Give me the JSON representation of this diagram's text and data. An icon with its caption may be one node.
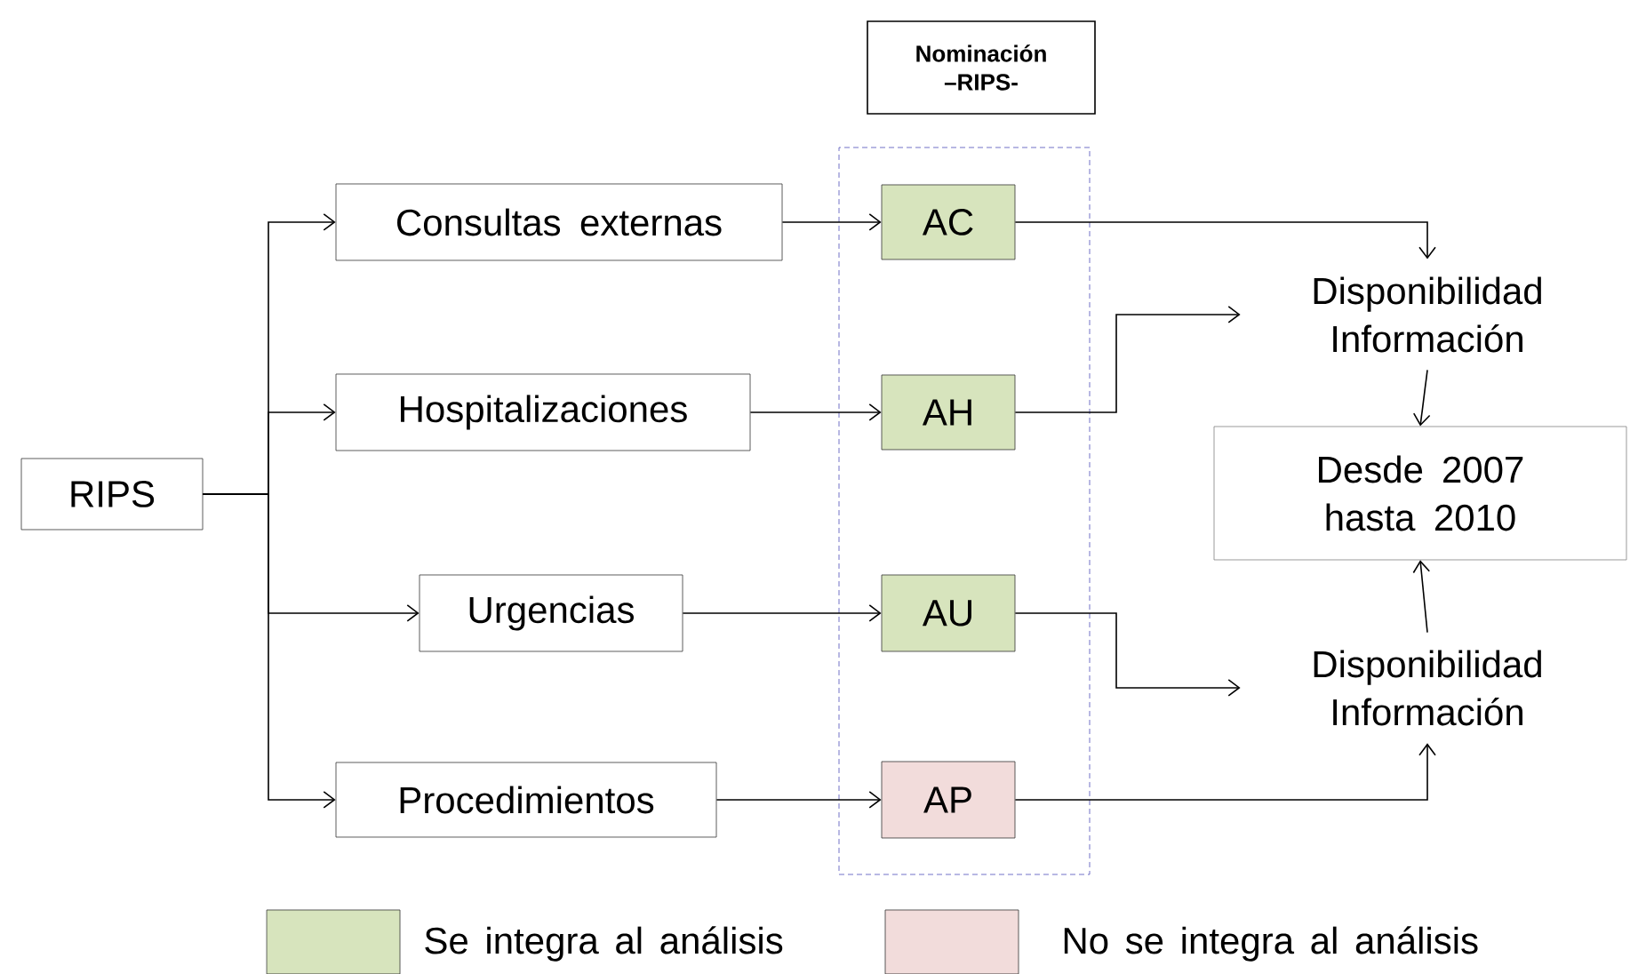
{
  "diagram": {
    "nodes": [
      {
        "text": [
          "RIPS"
        ]
      },
      {
        "text": [
          "Consultas externas"
        ]
      },
      {
        "text": [
          "Hospitalizaciones"
        ]
      },
      {
        "text": [
          "Urgencias"
        ]
      },
      {
        "text": [
          "Procedimientos"
        ]
      },
      {
        "text": [
          "Nominación –RIPS-"
        ]
      },
      {
        "text": [],
        "shape": "box"
      },
      {
        "text": [
          "AC"
        ],
        "in": 6
      },
      {
        "text": [
          "AH"
        ],
        "in": 6
      },
      {
        "text": [
          "AU"
        ],
        "in": 6
      },
      {
        "text": [
          "AP"
        ],
        "in": 6
      },
      {
        "text": [
          "Disponibilidad Información"
        ]
      },
      {
        "text": [
          "Desde 2007 hasta 2010"
        ]
      },
      {
        "text": [
          "Disponibilidad Información"
        ]
      }
    ],
    "edges": [
      {
        "from": 0,
        "to": 1,
        "arrow": "to"
      },
      {
        "from": 0,
        "to": 2,
        "arrow": "to"
      },
      {
        "from": 0,
        "to": 3,
        "arrow": "to"
      },
      {
        "from": 0,
        "to": 4,
        "arrow": "to"
      },
      {
        "from": 1,
        "to": 7,
        "arrow": "to"
      },
      {
        "from": 2,
        "to": 8,
        "arrow": "to"
      },
      {
        "from": 3,
        "to": 9,
        "arrow": "to"
      },
      {
        "from": 4,
        "to": 10,
        "arrow": "to"
      },
      {
        "from": 7,
        "to": 11,
        "arrow": "to"
      },
      {
        "from": 8,
        "to": 11,
        "arrow": "to"
      },
      {
        "from": 9,
        "to": 13,
        "arrow": "to"
      },
      {
        "from": 10,
        "to": 13,
        "arrow": "to"
      },
      {
        "from": 11,
        "to": 12,
        "arrow": "to"
      },
      {
        "from": 13,
        "to": 12,
        "arrow": "to"
      }
    ],
    "legend": [
      {
        "text": "Se integra al análisis",
        "color": "#d7e4bd"
      },
      {
        "text": "No se integra al análisis",
        "color": "#f2dcdb"
      }
    ]
  }
}
